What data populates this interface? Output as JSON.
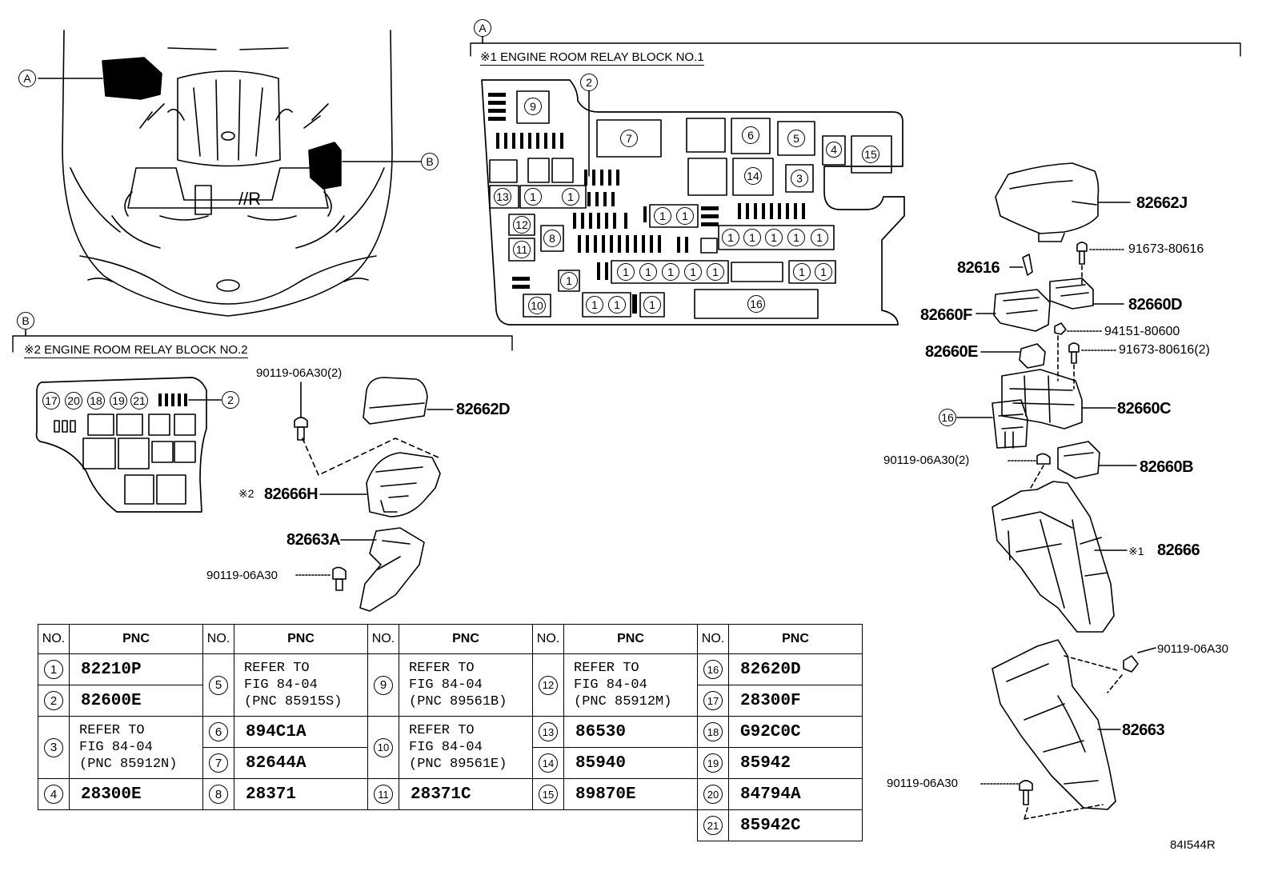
{
  "figure_code": "84I544R",
  "section_a": {
    "tag": "A",
    "title": "※1 ENGINE ROOM RELAY BLOCK NO.1",
    "callout": "2"
  },
  "section_b": {
    "tag": "B",
    "title": "※2 ENGINE ROOM RELAY BLOCK NO.2",
    "top_labels": [
      "17",
      "20",
      "18",
      "19",
      "21"
    ],
    "callout": "2"
  },
  "engine_view": {
    "tag_a": "A",
    "tag_b": "B"
  },
  "block1_labels": {
    "n9": "9",
    "n7": "7",
    "n6": "6",
    "n5": "5",
    "n4": "4",
    "n15": "15",
    "n14": "14",
    "n3": "3",
    "n13": "13",
    "n12": "12",
    "n11": "11",
    "n8": "8",
    "n10": "10",
    "n16": "16",
    "one": "1"
  },
  "parts_left": {
    "b_90119_2": "90119-06A30(2)",
    "p82662D": "82662D",
    "p82666H_mark": "※2",
    "p82666H": "82666H",
    "p82663A": "82663A",
    "b_90119": "90119-06A30"
  },
  "parts_right": {
    "p82662J": "82662J",
    "s91673": "91673-80616",
    "p82616": "82616",
    "p82660D": "82660D",
    "p82660F": "82660F",
    "n94151": "94151-80600",
    "p82660E": "82660E",
    "s91673_2": "91673-80616(2)",
    "c16": "16",
    "p82660C": "82660C",
    "b90119_2": "90119-06A30(2)",
    "p82660B": "82660B",
    "p82666_mark": "※1",
    "p82666": "82666",
    "b90119_a": "90119-06A30",
    "p82663": "82663",
    "b90119_b": "90119-06A30"
  },
  "table": {
    "header_no": "NO.",
    "header_pnc": "PNC",
    "cols": [
      [
        {
          "no": "1",
          "pnc": "82210P"
        },
        {
          "no": "2",
          "pnc": "82600E"
        },
        {
          "no": "3",
          "pnc": "REFER TO\nFIG 84-04\n(PNC 85912N)"
        },
        {
          "no": "4",
          "pnc": "28300E"
        }
      ],
      [
        {
          "no": "5",
          "pnc": "REFER TO\nFIG 84-04\n(PNC 85915S)"
        },
        {
          "no": "6",
          "pnc": "894C1A"
        },
        {
          "no": "7",
          "pnc": "82644A"
        },
        {
          "no": "8",
          "pnc": "28371"
        }
      ],
      [
        {
          "no": "9",
          "pnc": "REFER TO\nFIG 84-04\n(PNC 89561B)"
        },
        {
          "no": "10",
          "pnc": "REFER TO\nFIG 84-04\n(PNC 89561E)"
        },
        {
          "no": "11",
          "pnc": "28371C"
        }
      ],
      [
        {
          "no": "12",
          "pnc": "REFER TO\nFIG 84-04\n(PNC 85912M)"
        },
        {
          "no": "13",
          "pnc": "86530"
        },
        {
          "no": "14",
          "pnc": "85940"
        },
        {
          "no": "15",
          "pnc": "89870E"
        }
      ],
      [
        {
          "no": "16",
          "pnc": "82620D"
        },
        {
          "no": "17",
          "pnc": "28300F"
        },
        {
          "no": "18",
          "pnc": "G92C0C"
        },
        {
          "no": "19",
          "pnc": "85942"
        },
        {
          "no": "20",
          "pnc": "84794A"
        },
        {
          "no": "21",
          "pnc": "85942C"
        }
      ]
    ]
  }
}
